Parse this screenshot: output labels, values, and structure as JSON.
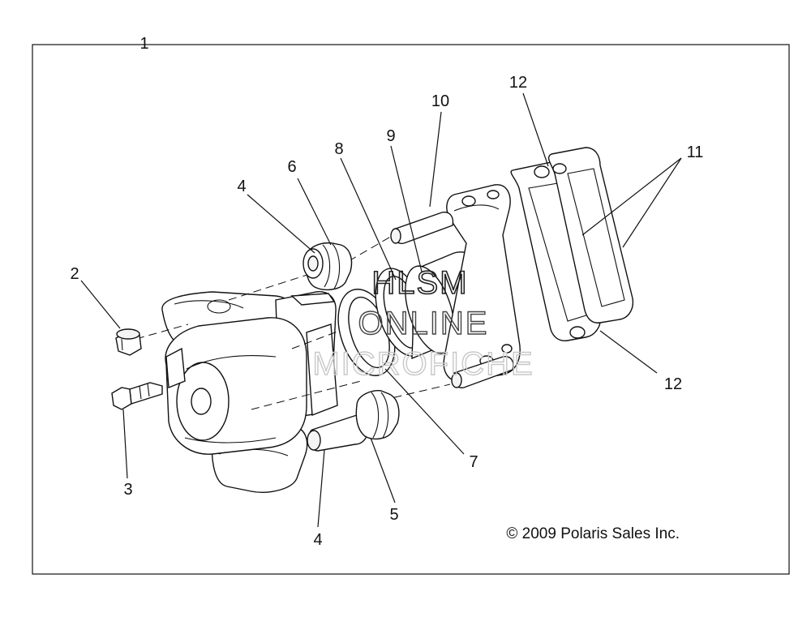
{
  "diagram": {
    "callouts": [
      {
        "id": "c1",
        "text": "1"
      },
      {
        "id": "c2",
        "text": "2"
      },
      {
        "id": "c3",
        "text": "3"
      },
      {
        "id": "c4a",
        "text": "4"
      },
      {
        "id": "c4b",
        "text": "4"
      },
      {
        "id": "c5",
        "text": "5"
      },
      {
        "id": "c6",
        "text": "6"
      },
      {
        "id": "c7",
        "text": "7"
      },
      {
        "id": "c8",
        "text": "8"
      },
      {
        "id": "c9",
        "text": "9"
      },
      {
        "id": "c10",
        "text": "10"
      },
      {
        "id": "c11",
        "text": "11"
      },
      {
        "id": "c12a",
        "text": "12"
      },
      {
        "id": "c12b",
        "text": "12"
      }
    ],
    "watermark": [
      "HLSM",
      "ONLINE",
      "MICROFICHE"
    ],
    "copyright": "© 2009 Polaris Sales Inc."
  }
}
